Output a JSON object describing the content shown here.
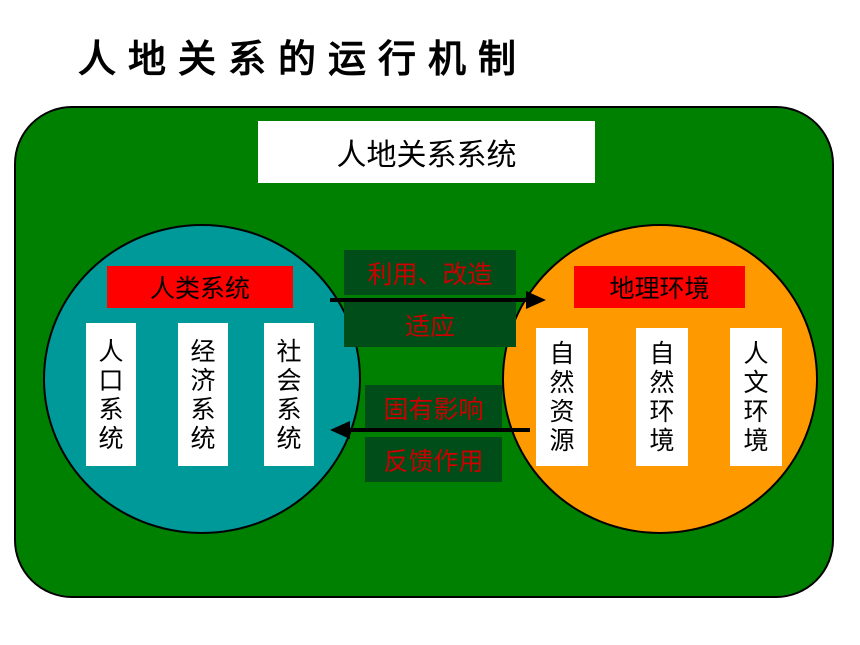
{
  "title": "人地关系的运行机制",
  "system_title": "人地关系系统",
  "human_system": {
    "label": "人类系统",
    "subsystems": [
      {
        "label": "人口系统",
        "chars": [
          "人",
          "口",
          "系",
          "统"
        ]
      },
      {
        "label": "经济系统",
        "chars": [
          "经",
          "济",
          "系",
          "统"
        ]
      },
      {
        "label": "社会系统",
        "chars": [
          "社",
          "会",
          "系",
          "统"
        ]
      }
    ]
  },
  "geo_environment": {
    "label": "地理环境",
    "subsystems": [
      {
        "label": "自然资源",
        "chars": [
          "自",
          "然",
          "资",
          "源"
        ]
      },
      {
        "label": "自然环境",
        "chars": [
          "自",
          "然",
          "环",
          "境"
        ]
      },
      {
        "label": "人文环境",
        "chars": [
          "人",
          "文",
          "环",
          "境"
        ]
      }
    ]
  },
  "arrow_right": {
    "top_text": "利用、改造",
    "bottom_text": "适应"
  },
  "arrow_left": {
    "top_text": "固有影响",
    "bottom_text": "反馈作用"
  },
  "colors": {
    "outer_bg": "#008000",
    "human_circle": "#009999",
    "geo_circle": "#ff9900",
    "label_red": "#ff0000",
    "dark_box": "#004d1a",
    "red_text": "#cc0000"
  }
}
